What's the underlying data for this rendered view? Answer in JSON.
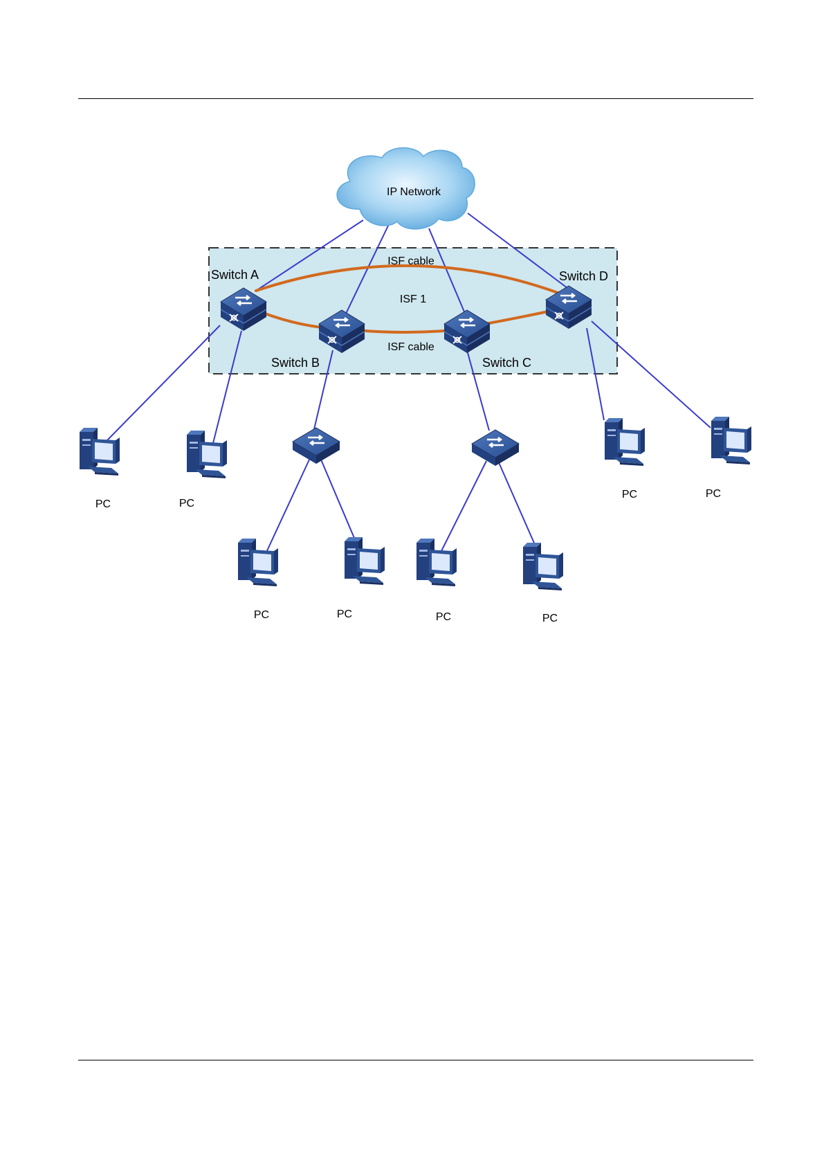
{
  "diagram": {
    "cloud_label": "IP Network",
    "isf_cable_top_label": "ISF cable",
    "isf_cable_bottom_label": "ISF cable",
    "isf_group_label": "ISF 1",
    "switch_a_label": "Switch A",
    "switch_b_label": "Switch B",
    "switch_c_label": "Switch C",
    "switch_d_label": "Switch D",
    "pc_labels": [
      "PC",
      "PC",
      "PC",
      "PC",
      "PC",
      "PC",
      "PC",
      "PC"
    ],
    "colors": {
      "link": "#3a3acd",
      "isf_cable": "#d2691e",
      "isf_zone_fill": "#cfe7ee",
      "device_dark": "#1f3a73",
      "device_mid": "#2f5597",
      "cloud_fill": "#8fc8ee"
    },
    "icons": [
      "cloud-icon",
      "stack-switch-icon",
      "switch-icon",
      "pc-icon"
    ]
  }
}
